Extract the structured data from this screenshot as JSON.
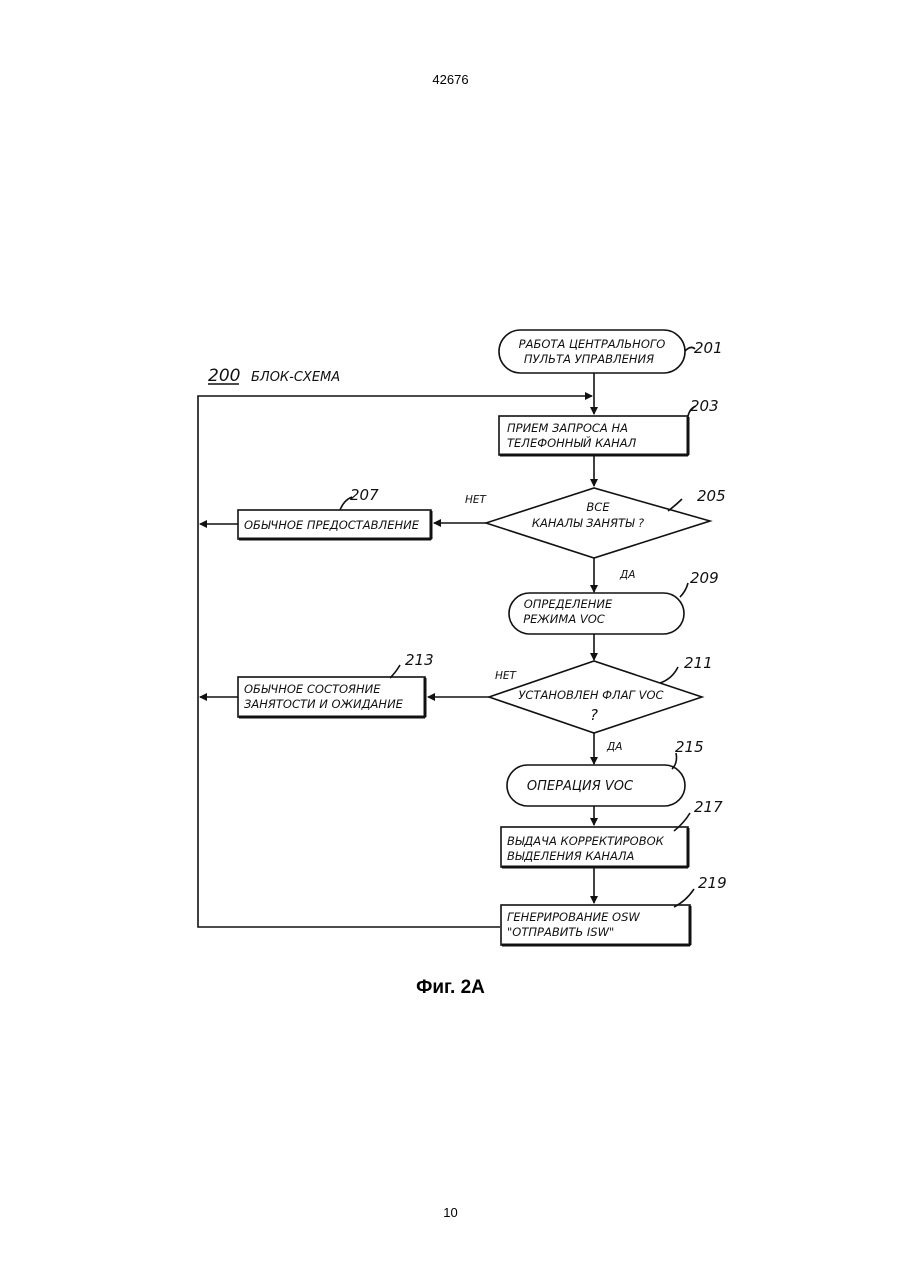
{
  "page": {
    "header_number": "42676",
    "footer_number": "10",
    "caption": "Фиг. 2А"
  },
  "diagram": {
    "chart_label_num": "200",
    "chart_label_text": "БЛОК-СХЕМА",
    "nodes": {
      "n201": {
        "ref": "201",
        "line1": "РАБОТА ЦЕНТРАЛЬНОГО",
        "line2": "ПУЛЬТА УПРАВЛЕНИЯ"
      },
      "n203": {
        "ref": "203",
        "line1": "ПРИЕМ ЗАПРОСА НА",
        "line2": "ТЕЛЕФОННЫЙ КАНАЛ"
      },
      "n205": {
        "ref": "205",
        "line1": "ВСЕ",
        "line2": "КАНАЛЫ ЗАНЯТЫ ?"
      },
      "n207": {
        "ref": "207",
        "line1": "ОБЫЧНОЕ ПРЕДОСТАВЛЕНИЕ"
      },
      "n209": {
        "ref": "209",
        "line1": "ОПРЕДЕЛЕНИЕ",
        "line2": "РЕЖИМА VOC"
      },
      "n211": {
        "ref": "211",
        "line1": "УСТАНОВЛЕН ФЛАГ VOC",
        "line2": "?"
      },
      "n213": {
        "ref": "213",
        "line1": "ОБЫЧНОЕ СОСТОЯНИЕ",
        "line2": "ЗАНЯТОСТИ И ОЖИДАНИЕ"
      },
      "n215": {
        "ref": "215",
        "line1": "ОПЕРАЦИЯ VOC"
      },
      "n217": {
        "ref": "217",
        "line1": "ВЫДАЧА КОРРЕКТИРОВОК",
        "line2": "ВЫДЕЛЕНИЯ КАНАЛА"
      },
      "n219": {
        "ref": "219",
        "line1": "ГЕНЕРИРОВАНИЕ OSW",
        "line2": "\"ОТПРАВИТЬ ISW\""
      }
    },
    "edge_labels": {
      "no_205": "НЕТ",
      "yes_205": "ДА",
      "no_211": "НЕТ",
      "yes_211": "ДА"
    }
  }
}
